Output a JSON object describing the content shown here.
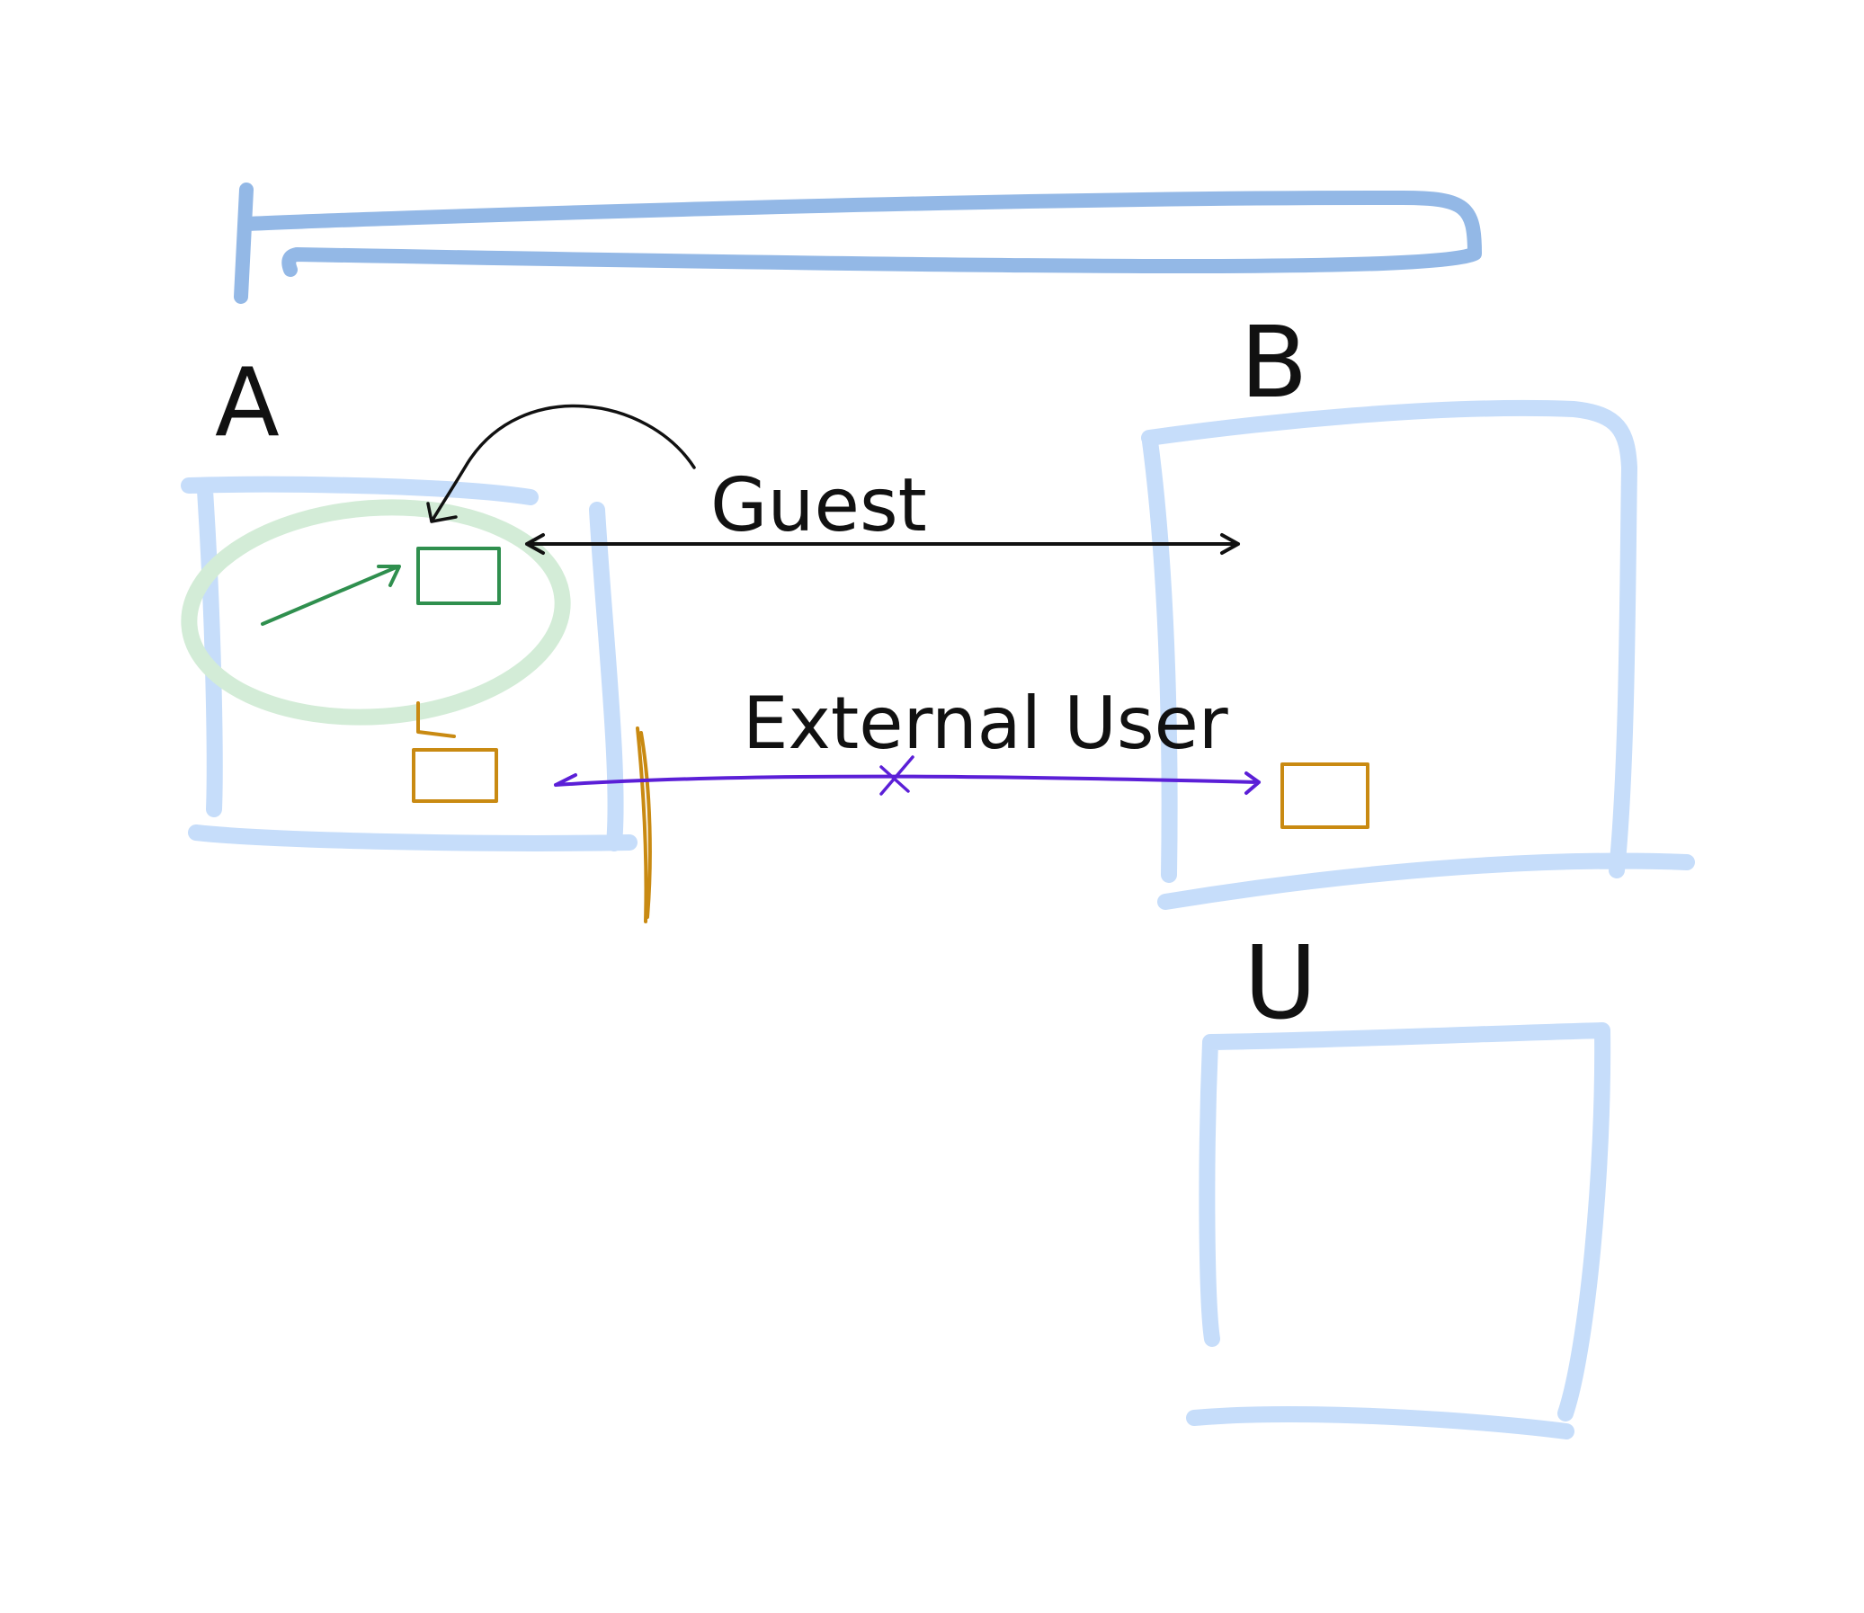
{
  "diagram": {
    "labels": {
      "region_a": "A",
      "region_b": "B",
      "region_u": "U",
      "guest": "Guest",
      "external_user": "External User"
    },
    "relationships": {
      "guest_access": "allowed",
      "external_user_access": "blocked"
    },
    "colors": {
      "boundary": "#c6ddfa",
      "top_bar": "#93b8e6",
      "guest_object": "#2f8f4e",
      "guest_highlight": "#d3ecd7",
      "external_object": "#c98a12",
      "external_path": "#5b1fd7",
      "guest_path": "#111111"
    }
  }
}
